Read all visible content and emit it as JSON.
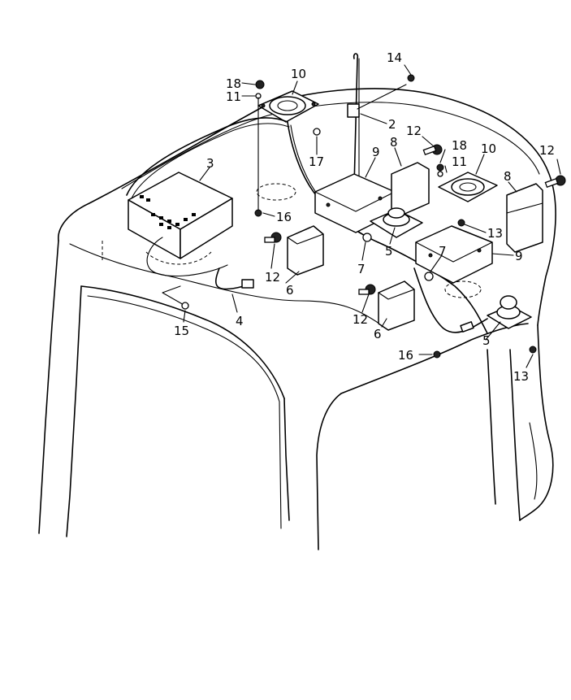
{
  "callouts": {
    "c1": "14",
    "c2": "18",
    "c3": "10",
    "c4": "11",
    "c5": "2",
    "c6": "12",
    "c7": "17",
    "c8": "18",
    "c9": "12",
    "c10": "3",
    "c11": "9",
    "c12": "8",
    "c13": "11",
    "c14": "10",
    "c15": "8",
    "c16": "16",
    "c17": "13",
    "c18": "12",
    "c19": "5",
    "c20": "9",
    "c21": "7",
    "c22": "6",
    "c23": "7",
    "c24": "12",
    "c25": "4",
    "c26": "15",
    "c27": "6",
    "c28": "16",
    "c29": "5",
    "c30": "13"
  }
}
